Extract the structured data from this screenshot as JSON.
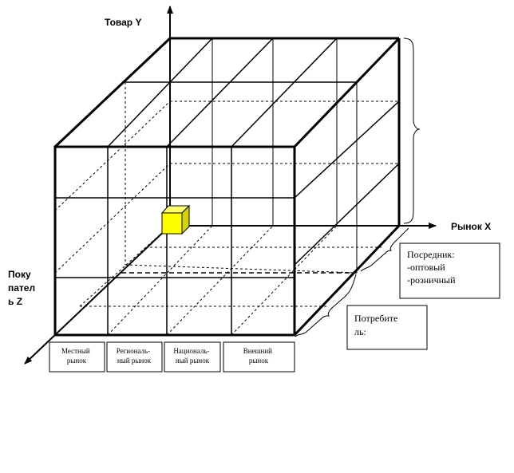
{
  "axes": {
    "y": "Товар Y",
    "x": "Рынок X",
    "z_lines": [
      "Поку",
      "пател",
      "ь Z"
    ]
  },
  "market_boxes": [
    [
      "Местный",
      "рынок"
    ],
    [
      "Региональ-",
      "ный рынок"
    ],
    [
      "Националь-",
      "ный рынок"
    ],
    [
      "Внешний",
      "рынок"
    ]
  ],
  "intermediary": {
    "lines": [
      "Посредник:",
      "-оптовый",
      "-розничный"
    ]
  },
  "consumer": {
    "lines": [
      "Потребите",
      "ль:"
    ]
  },
  "colors": {
    "line": "#000000",
    "highlight_cube": "#ffff00",
    "highlight_cube_side": "#d4d400"
  }
}
